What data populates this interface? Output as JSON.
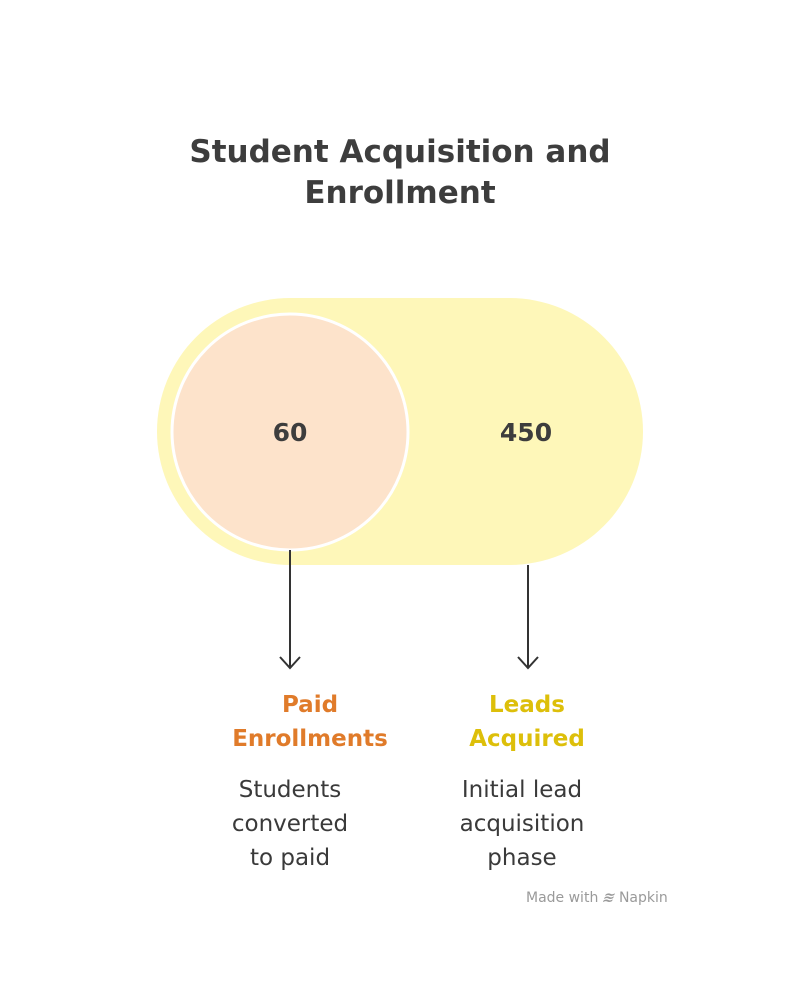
{
  "title": "Student Acquisition and Enrollment",
  "sets": [
    {
      "value": "60",
      "label": "Paid Enrollments",
      "description": "Students converted to paid",
      "color": "#E07B2A",
      "fill": "#FDE3CB"
    },
    {
      "value": "450",
      "label": "Leads Acquired",
      "description": "Initial lead acquisition phase",
      "color": "#DDBF0A",
      "fill": "#FEF7B9"
    }
  ],
  "footer": {
    "made_with": "Made with",
    "brand": "Napkin"
  }
}
